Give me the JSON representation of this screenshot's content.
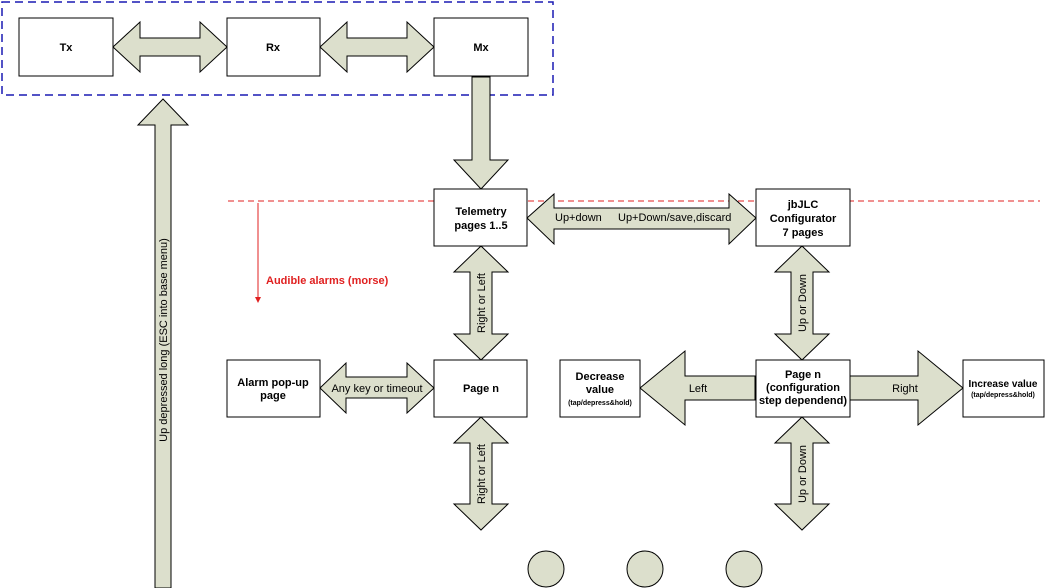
{
  "colors": {
    "arrow_fill": "#dcdfcc",
    "group_border": "#1a1ab4",
    "threshold_line": "#e02020",
    "alarm_text": "#e02020"
  },
  "nodes": {
    "tx": "Tx",
    "rx": "Rx",
    "mx": "Mx",
    "telemetry": [
      "Telemetry",
      "pages 1..5"
    ],
    "configurator": [
      "jbJLC",
      "Configurator",
      "7 pages"
    ],
    "alarm_popup": [
      "Alarm pop-up",
      "page"
    ],
    "page_n": "Page n",
    "config_page_n": [
      "Page n",
      "(configuration",
      "step dependend)"
    ],
    "decrease": [
      "Decrease",
      "value"
    ],
    "decrease_note": "(tap/depress&hold)",
    "increase": "Increase value",
    "increase_note": "(tap/depress&hold)"
  },
  "labels": {
    "up_down": "Up+down",
    "up_down_save": "Up+Down/save,discard",
    "right_or_left_1": "Right or Left",
    "right_or_left_2": "Right or Left",
    "up_or_down_1": "Up or Down",
    "up_or_down_2": "Up or Down",
    "any_key": "Any key or timeout",
    "left": "Left",
    "right": "Right",
    "up_long": "Up depressed long (ESC into base menu)",
    "audible": "Audible alarms (morse)"
  }
}
